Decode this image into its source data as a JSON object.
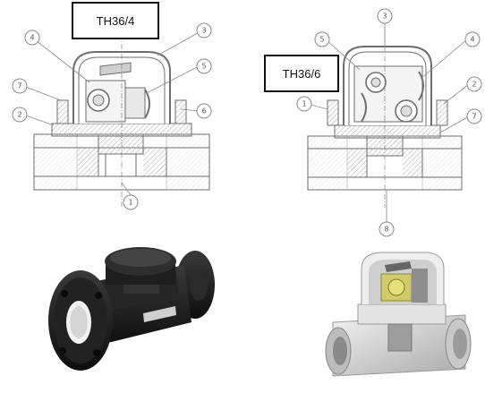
{
  "labels": {
    "left_model": "TH36/4",
    "right_model": "TH36/6"
  },
  "left_callouts": [
    "4",
    "3",
    "7",
    "2",
    "5",
    "6",
    "1"
  ],
  "right_callouts": [
    "5",
    "3",
    "4",
    "1",
    "2",
    "7",
    "8"
  ],
  "colors": {
    "drawing_line": "#6e6e6e",
    "hatch": "#bdbdbd",
    "photo_body_dark": "#1b1b1b",
    "photo_cutaway": "#d9d9d9"
  },
  "icons": [
    "steam-trap-drawing-icon",
    "steam-trap-photo-icon",
    "cutaway-photo-icon"
  ]
}
